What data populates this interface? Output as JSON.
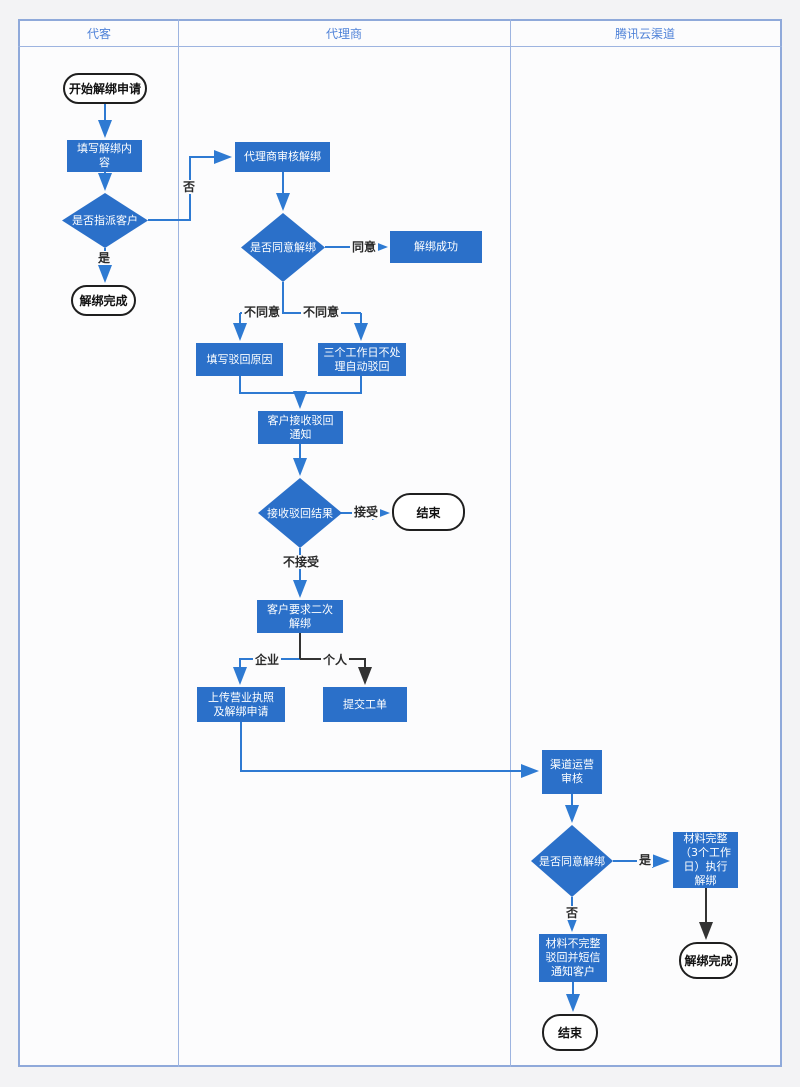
{
  "lanes": [
    {
      "label": "代客"
    },
    {
      "label": "代理商"
    },
    {
      "label": "腾讯云渠道"
    }
  ],
  "nodes": {
    "start_request": {
      "type": "terminal",
      "label": "开始解绑申请"
    },
    "fill_unbind_content": {
      "type": "process",
      "label": "填写解绑内\n容"
    },
    "assign_customer": {
      "type": "decision",
      "label": "是否指派客户"
    },
    "unbind_done_agent_side": {
      "type": "terminal",
      "label": "解绑完成"
    },
    "agent_review": {
      "type": "process",
      "label": "代理商审核解绑"
    },
    "agent_agree": {
      "type": "decision",
      "label": "是否同意解绑"
    },
    "unbind_success": {
      "type": "process",
      "label": "解绑成功"
    },
    "fill_reject_reason": {
      "type": "process",
      "label": "填写驳回原因"
    },
    "auto_reject": {
      "type": "process",
      "label": "三个工作日不处\n理自动驳回"
    },
    "customer_receive_reject": {
      "type": "process",
      "label": "客户接收驳回\n通知"
    },
    "receive_reject_result": {
      "type": "decision",
      "label": "接收驳回结果"
    },
    "end_agent": {
      "type": "terminal",
      "label": "结束"
    },
    "second_unbind_request": {
      "type": "process",
      "label": "客户要求二次\n解绑"
    },
    "upload_license": {
      "type": "process",
      "label": "上传营业执照\n及解绑申请"
    },
    "submit_ticket": {
      "type": "process",
      "label": "提交工单"
    },
    "channel_ops_review": {
      "type": "process",
      "label": "渠道运营\n审核"
    },
    "channel_agree": {
      "type": "decision",
      "label": "是否同意解绑"
    },
    "material_complete": {
      "type": "process",
      "label": "材料完整\n（3个工作\n日）执行\n解绑"
    },
    "material_incomplete": {
      "type": "process",
      "label": "材料不完整\n驳回并短信\n通知客户"
    },
    "end_channel": {
      "type": "terminal",
      "label": "结束"
    },
    "unbind_done_channel": {
      "type": "terminal",
      "label": "解绑完成"
    }
  },
  "edge_labels": {
    "no1": "否",
    "yes1": "是",
    "agree": "同意",
    "disagree1": "不同意",
    "disagree2": "不同意",
    "accept": "接受",
    "not_accept": "不接受",
    "enterprise": "企业",
    "personal": "个人",
    "yes2": "是",
    "no2": "否"
  },
  "colors": {
    "node_blue": "#2b70c9",
    "edge_blue": "#2e7ad2",
    "edge_dark": "#333333",
    "lane_border": "#9db4e0",
    "frame_border": "#8fa9da",
    "header_text": "#4f82d8"
  }
}
